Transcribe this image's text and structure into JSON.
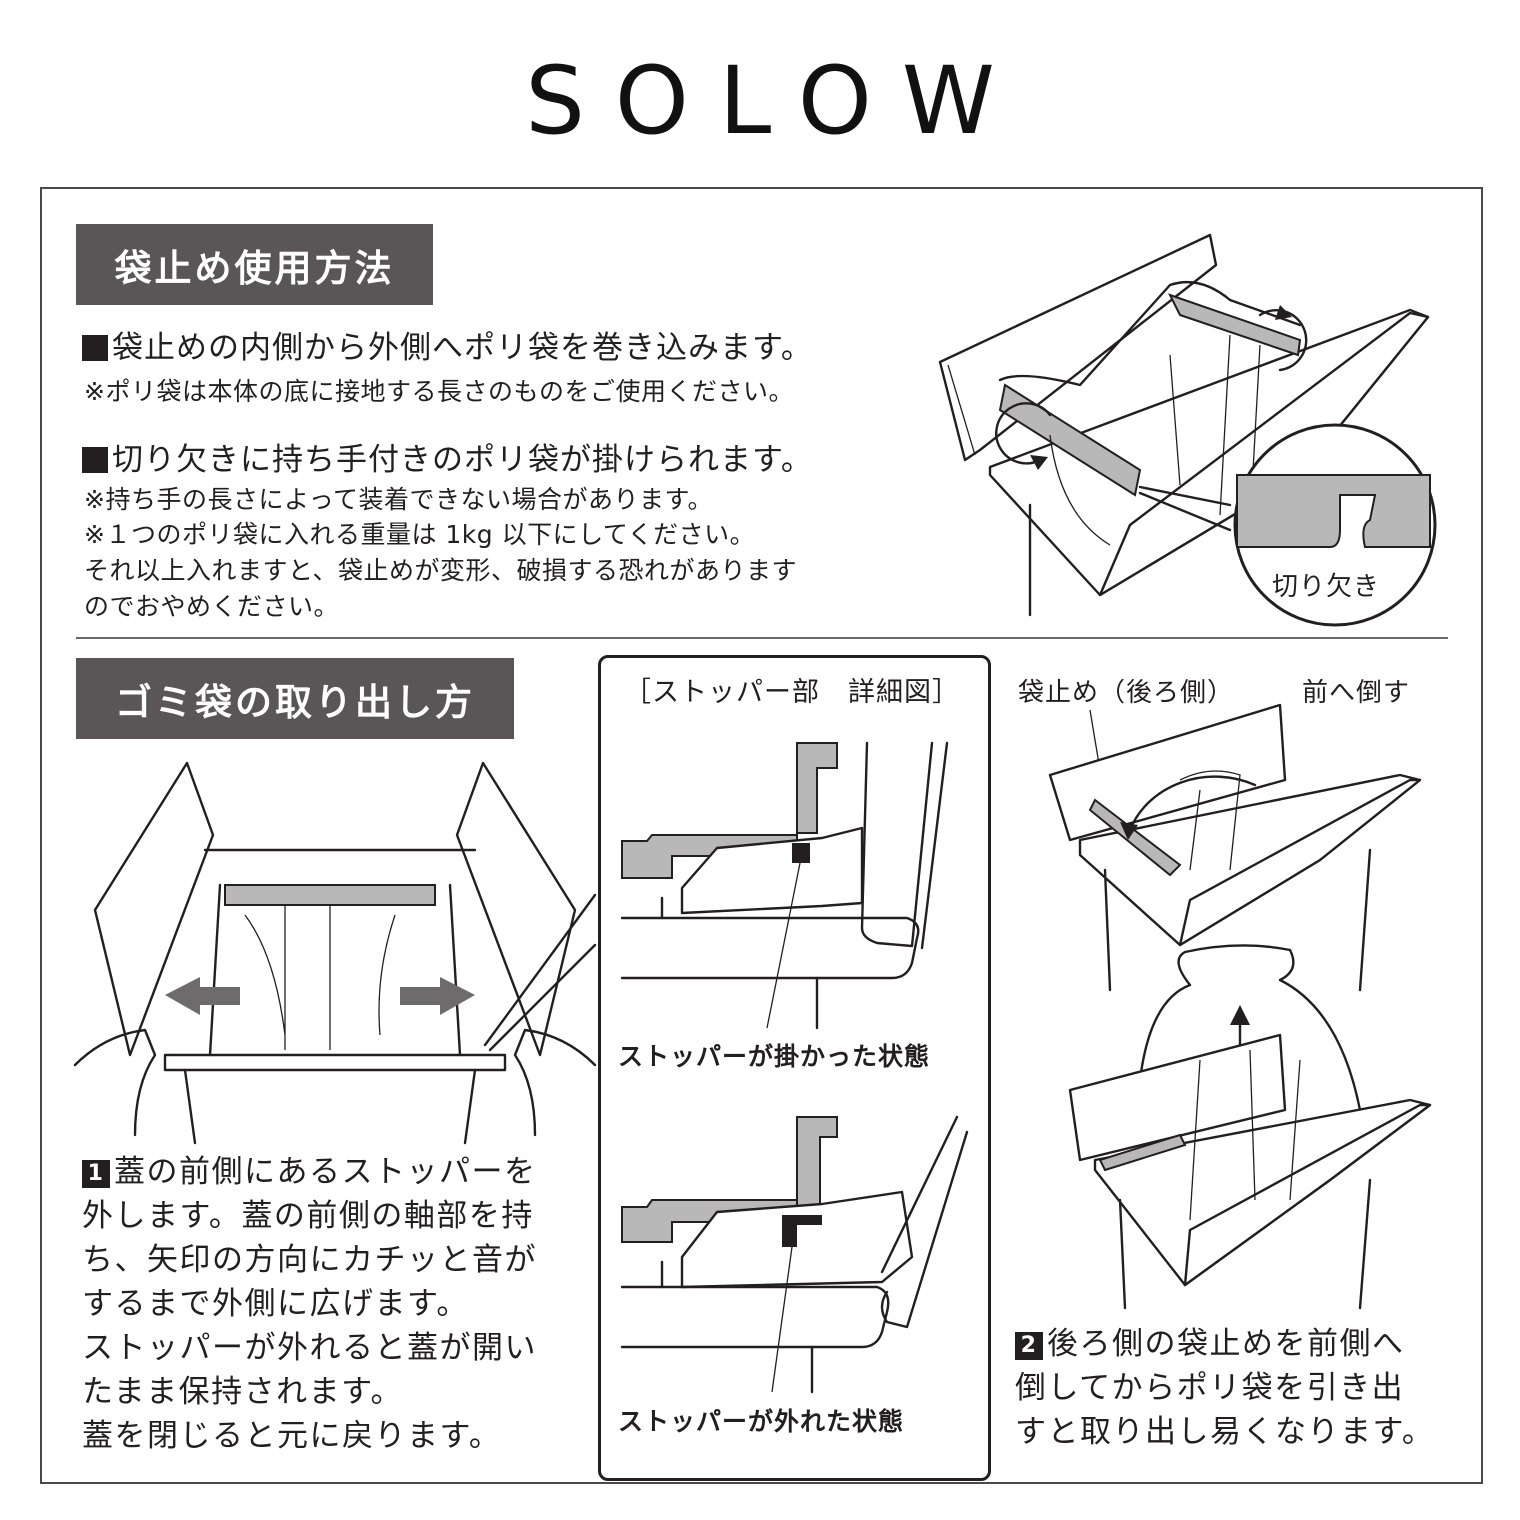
{
  "brand": {
    "title": "SOLOW"
  },
  "section1": {
    "heading": "袋止め使用方法",
    "bullet1": "袋止めの内側から外側へポリ袋を巻き込みます。",
    "note1": "※ポリ袋は本体の底に接地する長さのものをご使用ください。",
    "bullet2": "切り欠きに持ち手付きのポリ袋が掛けられます。",
    "note2_lines": [
      "※持ち手の長さによって装着できない場合があります。",
      "※１つのポリ袋に入れる重量は 1kg 以下にしてください。",
      "それ以上入れますと、袋止めが変形、破損する恐れがあります",
      "のでおやめください。"
    ],
    "callout_label": "切り欠き"
  },
  "section2": {
    "heading": "ゴミ袋の取り出し方",
    "detail": {
      "title": "［ストッパー部　詳細図］",
      "caption_engaged": "ストッパーが掛かった状態",
      "caption_released": "ストッパーが外れた状態"
    },
    "step1": {
      "number": "1",
      "lines": [
        "蓋の前側にあるストッパーを",
        "外します。蓋の前側の軸部を持",
        "ち、矢印の方向にカチッと音が",
        "するまで外側に広げます。",
        "ストッパーが外れると蓋が開い",
        "たまま保持されます。",
        "蓋を閉じると元に戻ります。"
      ]
    },
    "step2": {
      "number": "2",
      "labels": {
        "bag_stopper_rear": "袋止め（後ろ側）",
        "tilt_forward": "前へ倒す"
      },
      "lines": [
        "後ろ側の袋止めを前側へ",
        "倒してからポリ袋を引き出",
        "すと取り出し易くなります。"
      ]
    }
  },
  "colors": {
    "heading_bg": "#5a5657",
    "heading_text": "#ffffff",
    "text": "#231f20",
    "part_grey": "#b8b8b8"
  }
}
